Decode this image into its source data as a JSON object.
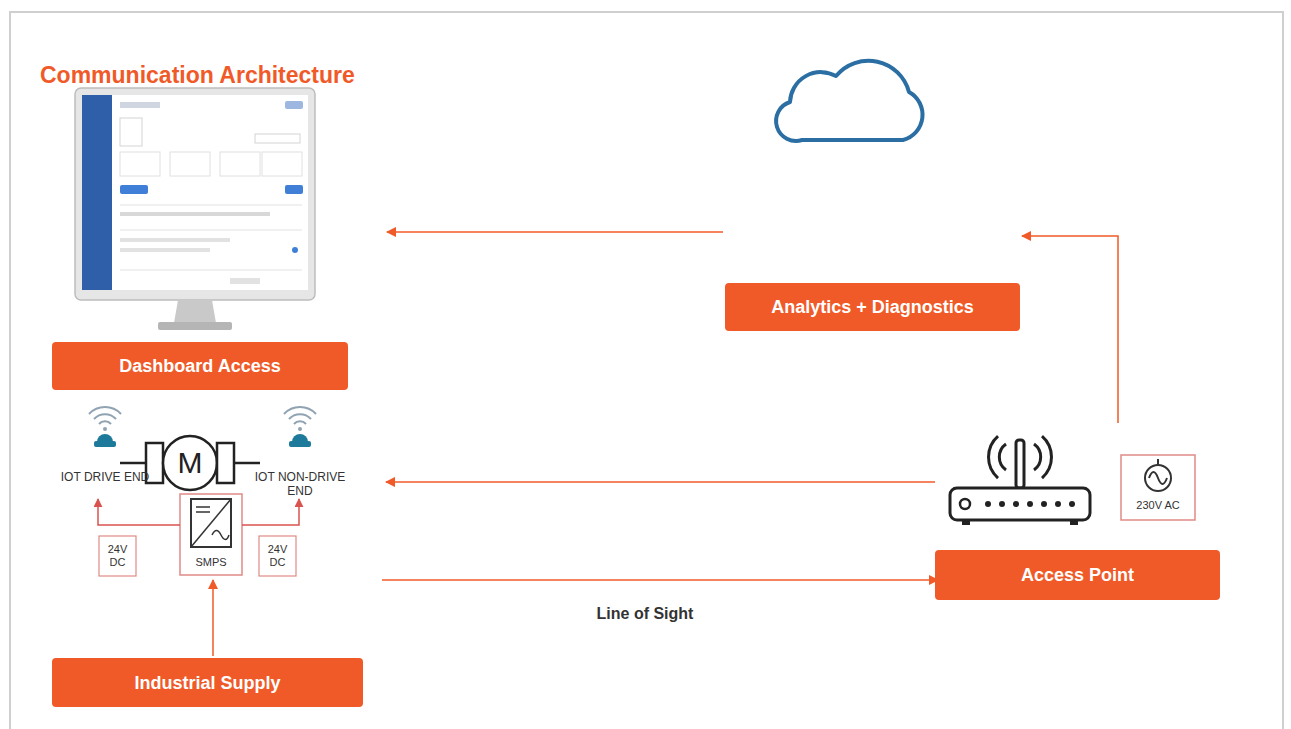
{
  "diagram": {
    "title": "Communication Architecture",
    "nodes": [
      {
        "text": [
          "Dashboard Access"
        ]
      },
      {
        "text": [
          "Analytics + Diagnostics"
        ]
      },
      {
        "text": [
          "Access Point"
        ]
      },
      {
        "text": [
          "Industrial Supply"
        ]
      }
    ],
    "edges": [
      {
        "from": 2,
        "to": 1,
        "arrow": "to"
      },
      {
        "from": 1,
        "to": 0,
        "arrow": "to"
      }
    ],
    "labels": [
      "IOT DRIVE END",
      "M",
      "IOT NON-DRIVE END",
      "24V DC",
      "SMPS",
      "24V DC",
      "230V AC",
      "Line of Sight"
    ]
  }
}
